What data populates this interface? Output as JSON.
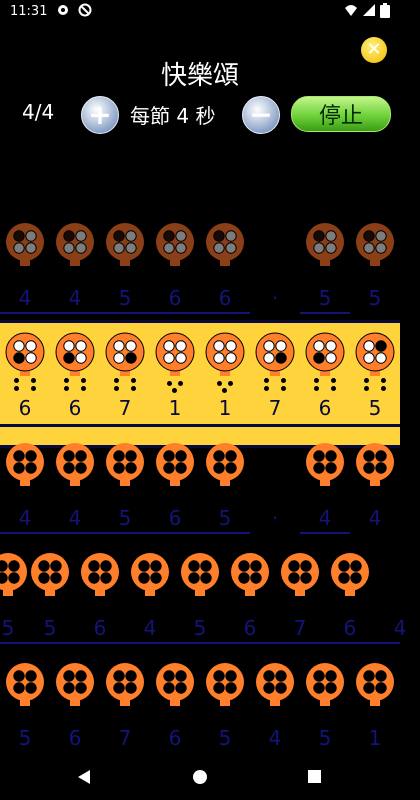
{
  "status_bar": {
    "time": "11:31",
    "icons_left": [
      "gear-icon",
      "circle-block-icon"
    ],
    "icons_right": [
      "wifi-icon",
      "signal-icon",
      "battery-icon"
    ]
  },
  "header": {
    "title": "快樂頌",
    "close_icon": "close-x-icon",
    "close_color": "#f4b800"
  },
  "controls": {
    "tempo": "4/4",
    "plus_label": "+",
    "speed_label": "每節 4 秒",
    "minus_label": "−",
    "stop_label": "停止"
  },
  "colors": {
    "active_note": "#ff7f2a",
    "dim_note": "#8b3f16",
    "highlight": "#ffd33c",
    "dim_number": "#13137a"
  },
  "rows": [
    {
      "style": "dim",
      "notes": [
        {
          "holes": [
            0,
            1,
            1,
            1
          ]
        },
        {
          "holes": [
            0,
            1,
            1,
            1
          ]
        },
        {
          "holes": [
            0,
            1,
            1,
            1
          ]
        },
        {
          "holes": [
            0,
            1,
            1,
            1
          ]
        },
        {
          "holes": [
            0,
            1,
            1,
            1
          ]
        },
        null,
        {
          "holes": [
            0,
            1,
            1,
            1
          ]
        },
        {
          "holes": [
            0,
            1,
            1,
            1
          ]
        }
      ],
      "numbers": [
        "4",
        "4",
        "5",
        "6",
        "6",
        "·",
        "5",
        "5"
      ]
    },
    {
      "style": "highlight",
      "notes": [
        {
          "holes": [
            1,
            1,
            0,
            1
          ]
        },
        {
          "holes": [
            1,
            1,
            0,
            1
          ]
        },
        {
          "holes": [
            1,
            1,
            1,
            0
          ]
        },
        {
          "holes": [
            1,
            1,
            1,
            1
          ]
        },
        {
          "holes": [
            1,
            1,
            1,
            1
          ]
        },
        {
          "holes": [
            1,
            1,
            1,
            0
          ]
        },
        {
          "holes": [
            1,
            1,
            0,
            1
          ]
        },
        {
          "holes": [
            1,
            0,
            1,
            1
          ]
        }
      ],
      "dot_counts": [
        4,
        4,
        4,
        2,
        2,
        4,
        4,
        4
      ],
      "numbers": [
        "6",
        "6",
        "7",
        "1",
        "1",
        "7",
        "6",
        "5"
      ]
    },
    {
      "style": "normal",
      "notes": [
        {
          "holes": [
            0,
            0,
            0,
            0
          ]
        },
        {
          "holes": [
            0,
            0,
            0,
            0
          ]
        },
        {
          "holes": [
            0,
            0,
            0,
            0
          ]
        },
        {
          "holes": [
            0,
            0,
            0,
            0
          ]
        },
        {
          "holes": [
            0,
            0,
            0,
            0
          ]
        },
        null,
        {
          "holes": [
            0,
            0,
            0,
            0
          ]
        },
        {
          "holes": [
            0,
            0,
            0,
            0
          ]
        }
      ],
      "numbers": [
        "4",
        "4",
        "5",
        "6",
        "5",
        "·",
        "4",
        "4"
      ]
    },
    {
      "style": "normal",
      "notes": [
        {
          "holes": [
            0,
            0,
            0,
            0
          ]
        },
        {
          "holes": [
            0,
            0,
            0,
            0
          ]
        },
        {
          "holes": [
            0,
            0,
            0,
            0
          ]
        },
        {
          "holes": [
            0,
            0,
            0,
            0
          ]
        },
        {
          "holes": [
            0,
            0,
            0,
            0
          ]
        },
        {
          "holes": [
            0,
            0,
            0,
            0
          ]
        },
        {
          "holes": [
            0,
            0,
            0,
            0
          ]
        },
        {
          "holes": [
            0,
            0,
            0,
            0
          ]
        }
      ],
      "numbers": [
        "5",
        "5",
        "6",
        "4",
        "5",
        "6",
        "7",
        "6",
        "4"
      ]
    },
    {
      "style": "normal",
      "notes": [
        {
          "holes": [
            0,
            0,
            0,
            0
          ]
        },
        {
          "holes": [
            0,
            0,
            0,
            0
          ]
        },
        {
          "holes": [
            0,
            0,
            0,
            0
          ]
        },
        {
          "holes": [
            0,
            0,
            0,
            0
          ]
        },
        {
          "holes": [
            0,
            0,
            0,
            0
          ]
        },
        {
          "holes": [
            0,
            0,
            0,
            0
          ]
        },
        {
          "holes": [
            0,
            0,
            0,
            0
          ]
        },
        {
          "holes": [
            0,
            0,
            0,
            0
          ]
        }
      ],
      "numbers": [
        "5",
        "6",
        "7",
        "6",
        "5",
        "4",
        "5",
        "1"
      ]
    }
  ],
  "nav": {
    "back_icon": "back-triangle-icon",
    "home_icon": "home-circle-icon",
    "recents_icon": "recents-square-icon"
  }
}
